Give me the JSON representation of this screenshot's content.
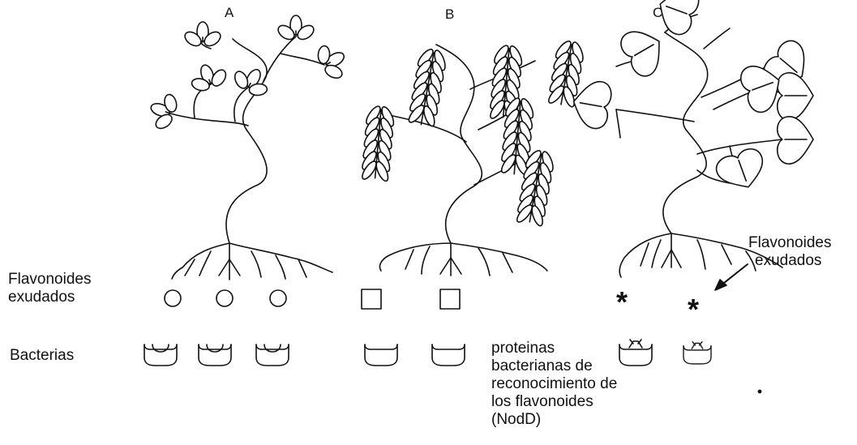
{
  "plants": [
    {
      "label": "A",
      "leaf_type": "clover-leaf"
    },
    {
      "label": "B",
      "leaf_type": "pinnate-leaf"
    },
    {
      "label": "C",
      "leaf_type": "heart-leaf"
    }
  ],
  "left_labels": {
    "flavonoids_line1": "Flavonoides",
    "flavonoids_line2": "exudados",
    "bacteria": "Bacterias"
  },
  "annotation_c": {
    "line1": "Flavonoides",
    "line2": "exudados"
  },
  "protein_note": {
    "line1": "proteinas",
    "line2": "bacterianas de",
    "line3": "reconocimiento de",
    "line4": "los flavonoides",
    "line5": "(NodD)"
  },
  "flavonoid_symbols": {
    "A": "circle",
    "B": "square",
    "C": "asterisk"
  },
  "colors": {
    "ink": "#111111",
    "leaf_fill": "#ffffff"
  }
}
